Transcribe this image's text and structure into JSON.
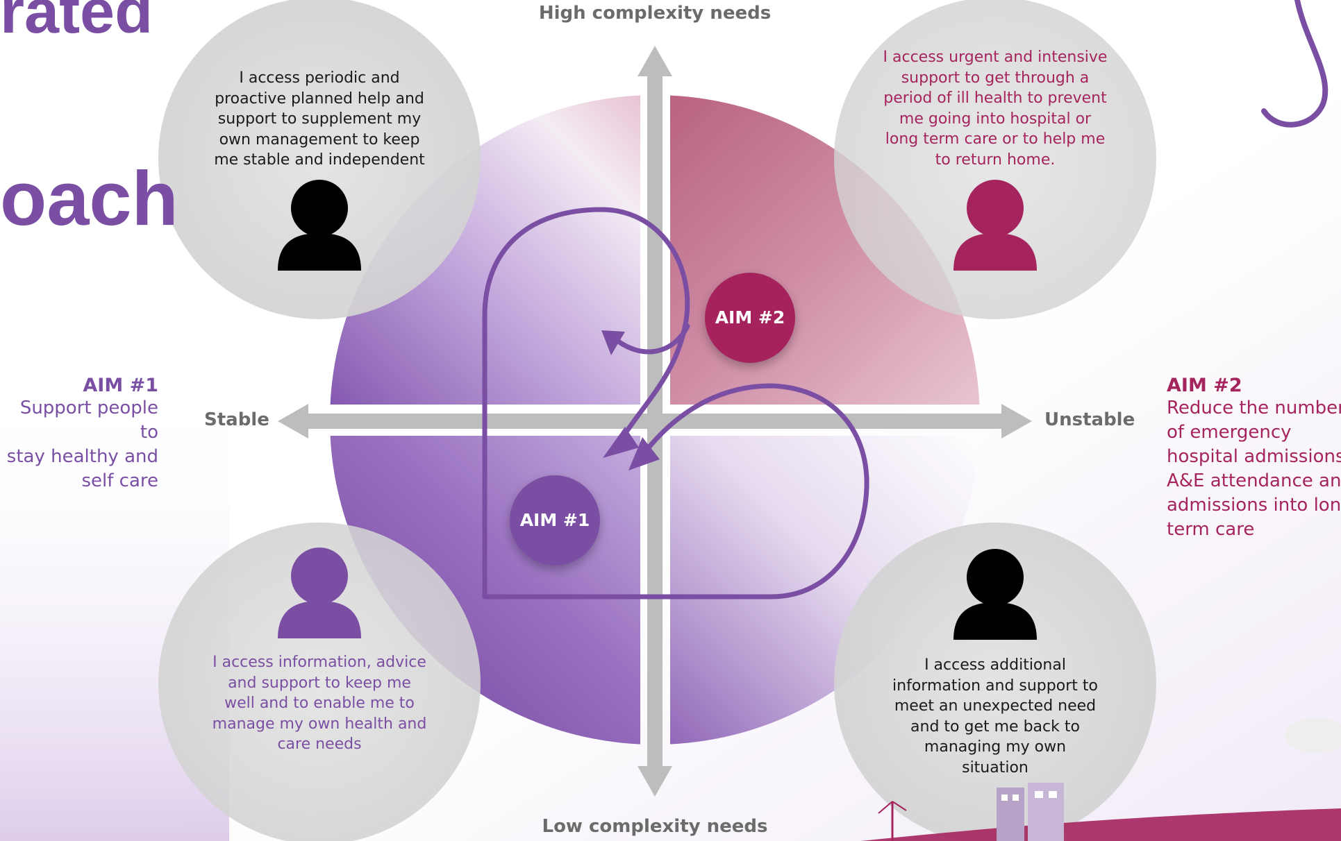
{
  "heading": {
    "fragment_top": "rated",
    "fragment_middle": "oach"
  },
  "axes": {
    "top": "High complexity needs",
    "bottom": "Low complexity needs",
    "left": "Stable",
    "right": "Unstable"
  },
  "quadrants": {
    "top_left": {
      "lines": [
        "I access periodic and",
        "proactive planned help and",
        "support to supplement my",
        "own management to keep",
        "me stable and independent"
      ],
      "icon": "person-icon",
      "icon_color": "#000000"
    },
    "top_right": {
      "lines": [
        "I access urgent and intensive",
        "support to get through a",
        "period of ill health to prevent",
        "me going into hospital or",
        "long term care or to help me",
        "to return home."
      ],
      "icon": "person-icon",
      "icon_color": "#a5245d"
    },
    "bottom_left": {
      "lines": [
        "I access information, advice",
        "and support to keep me",
        "well and  to enable me to",
        "manage my own health and",
        "care needs"
      ],
      "icon": "person-icon",
      "icon_color": "#7a4fa3"
    },
    "bottom_right": {
      "lines": [
        "I access additional",
        "information and support to",
        "meet an unexpected need",
        "and to get me back to",
        "managing my own",
        "situation"
      ],
      "icon": "person-icon",
      "icon_color": "#000000"
    }
  },
  "badges": {
    "aim1": "AIM #1",
    "aim2": "AIM #2"
  },
  "aims": {
    "aim1": {
      "title": "AIM #1",
      "lines": [
        "Support people to",
        "stay healthy and",
        "self care"
      ]
    },
    "aim2": {
      "title": "AIM #2",
      "lines": [
        "Reduce the number",
        "of emergency",
        "hospital admissions;",
        "A&E attendance and",
        "admissions into long",
        "term care"
      ]
    }
  },
  "colors": {
    "purple": "#7a4fa3",
    "magenta": "#a5245d",
    "grey_circle": "#dcdcdc",
    "axis_grey": "#bdbdbd"
  }
}
